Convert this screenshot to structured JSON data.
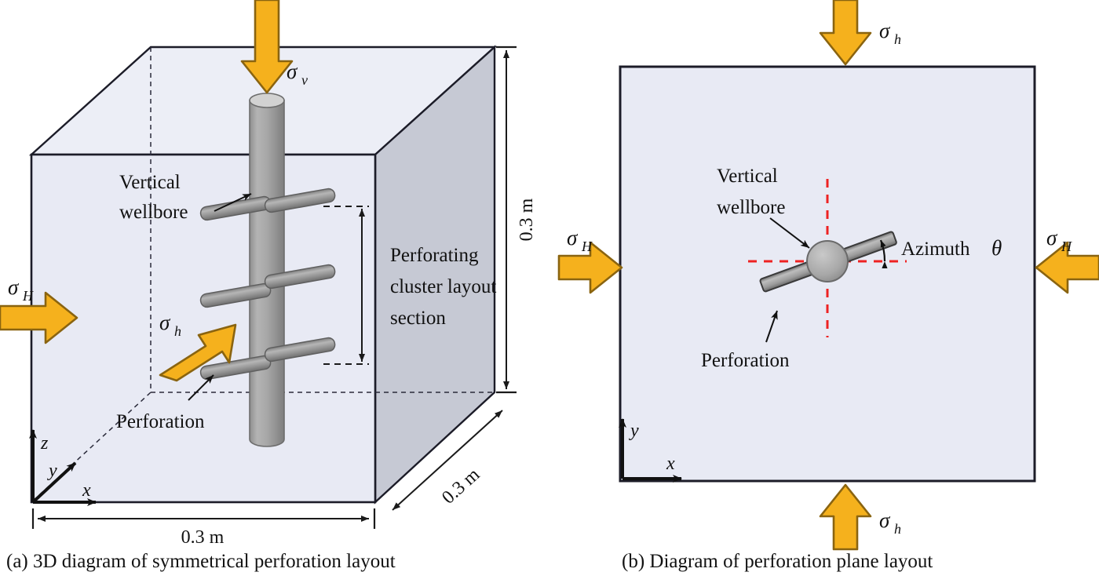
{
  "figure": {
    "title_a": "(a) 3D diagram of symmetrical perforation layout",
    "title_b": "(b) Diagram of perforation plane layout"
  },
  "colors": {
    "block_front": "#e8eaf4",
    "block_side": "#c6c9d4",
    "block_top": "#eceef6",
    "edge": "#1c1c28",
    "arrow_fill": "#f5b11d",
    "arrow_stroke": "#8a6410",
    "wellbore_gray": "#a9a9a9",
    "perforation_gray": "#8e8e8e",
    "dashed_red": "#ee2222",
    "dim_line": "#1a1a1a",
    "plane_fill": "#e8eaf4"
  },
  "panel_a": {
    "labels": {
      "vertical_wellbore_line1": "Vertical",
      "vertical_wellbore_line2": "wellbore",
      "perforation": "Perforation",
      "cluster_line1": "Perforating",
      "cluster_line2": "cluster layout",
      "cluster_line3": "section"
    },
    "stresses": {
      "sigma": "σ",
      "vertical_sub": "v",
      "horizontal_max_sub": "H",
      "horizontal_min_sub": "h"
    },
    "axes": {
      "z": "z",
      "y": "y",
      "x": "x"
    },
    "dimensions": {
      "width": "0.3 m",
      "height": "0.3 m",
      "depth": "0.3 m"
    },
    "perforation_clusters": 3
  },
  "panel_b": {
    "labels": {
      "vertical_wellbore_line1": "Vertical",
      "vertical_wellbore_line2": "wellbore",
      "perforation": "Perforation",
      "azimuth": "Azimuth ",
      "azimuth_symbol": "θ"
    },
    "stresses": {
      "sigma": "σ",
      "horizontal_max_sub": "H",
      "horizontal_min_sub": "h"
    },
    "axes": {
      "y": "y",
      "x": "x"
    }
  }
}
